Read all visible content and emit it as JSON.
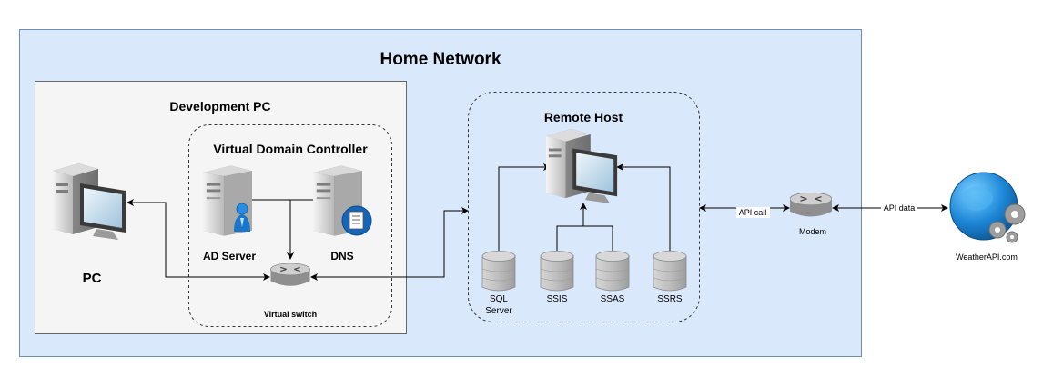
{
  "home_network": {
    "title": "Home Network"
  },
  "development_pc": {
    "title": "Development PC",
    "pc_label": "PC",
    "virtual_domain_controller": {
      "title": "Virtual Domain Controller",
      "ad_server_label": "AD Server",
      "dns_label": "DNS",
      "virtual_switch_label": "Virtual switch"
    }
  },
  "remote_host": {
    "title": "Remote Host",
    "databases": [
      {
        "label_line1": "SQL",
        "label_line2": "Server"
      },
      {
        "label_line1": "SSIS",
        "label_line2": ""
      },
      {
        "label_line1": "SSAS",
        "label_line2": ""
      },
      {
        "label_line1": "SSRS",
        "label_line2": ""
      }
    ]
  },
  "external": {
    "api_call_label": "API call",
    "modem_label": "Modem",
    "api_data_label": "API data",
    "weather_api_label": "WeatherAPI.com"
  },
  "icons": {
    "pc": "desktop-computer-icon",
    "server": "server-tower-icon",
    "switch": "network-switch-icon",
    "database": "database-cylinder-icon",
    "globe": "globe-with-gears-icon"
  },
  "colors": {
    "home_network_fill": "#dae8fc",
    "home_network_stroke": "#6c8ebf",
    "development_pc_fill": "#f5f5f5",
    "development_pc_stroke": "#666666",
    "globe_blue": "#1e88d8"
  }
}
